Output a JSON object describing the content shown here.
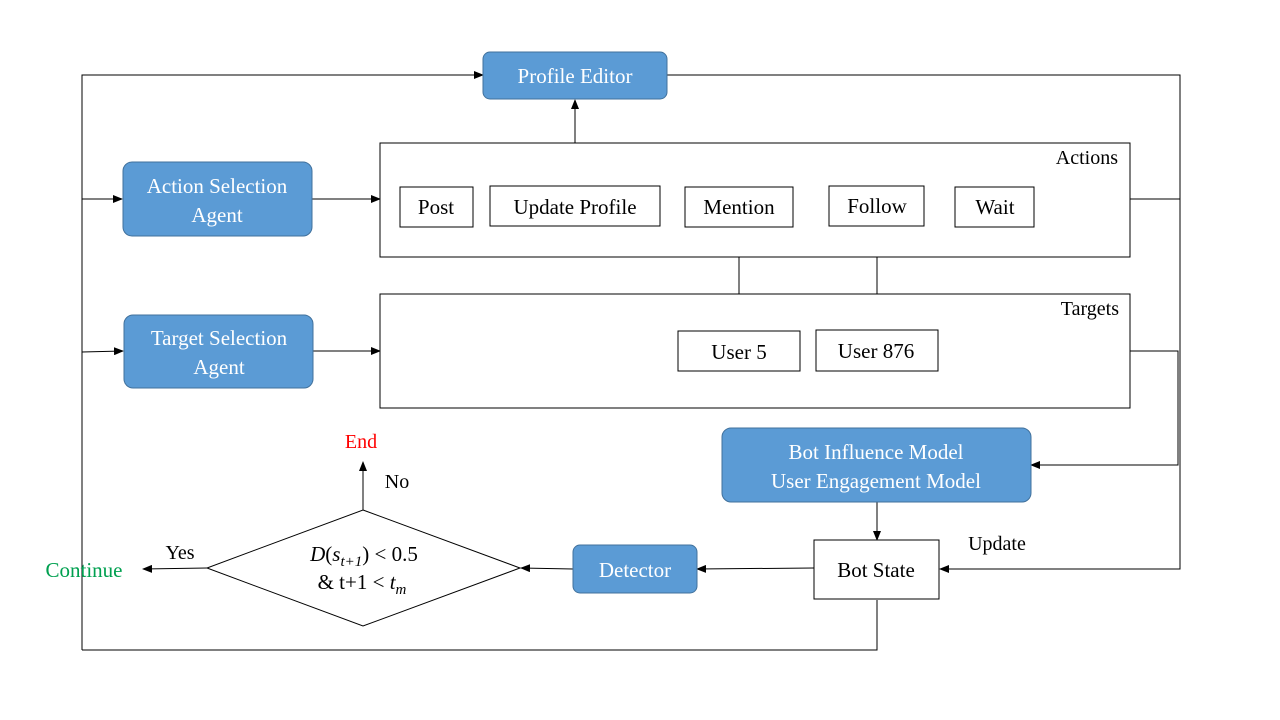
{
  "nodes": {
    "profile_editor": "Profile Editor",
    "action_agent_line1": "Action Selection",
    "action_agent_line2": "Agent",
    "target_agent_line1": "Target Selection",
    "target_agent_line2": "Agent",
    "influence_line1": "Bot Influence Model",
    "influence_line2": "User Engagement Model",
    "bot_state": "Bot State",
    "detector": "Detector"
  },
  "actions": {
    "title": "Actions",
    "items": [
      "Post",
      "Update Profile",
      "Mention",
      "Follow",
      "Wait"
    ]
  },
  "targets": {
    "title": "Targets",
    "items": [
      "User 5",
      "User 876"
    ]
  },
  "decision": {
    "line1_fn": "D",
    "line1_open": "(",
    "line1_var": "s",
    "line1_sub": "t+1",
    "line1_rest": ") < 0.5",
    "line2_prefix": "& t+1 < ",
    "line2_var": "t",
    "line2_sub": "m"
  },
  "edge_labels": {
    "yes": "Yes",
    "no": "No",
    "update": "Update",
    "end": "End",
    "continue": "Continue"
  },
  "colors": {
    "box_fill": "#5b9bd5",
    "box_stroke": "#41719c",
    "end_color": "#ff0000",
    "continue_color": "#00a050",
    "line": "#000000"
  }
}
